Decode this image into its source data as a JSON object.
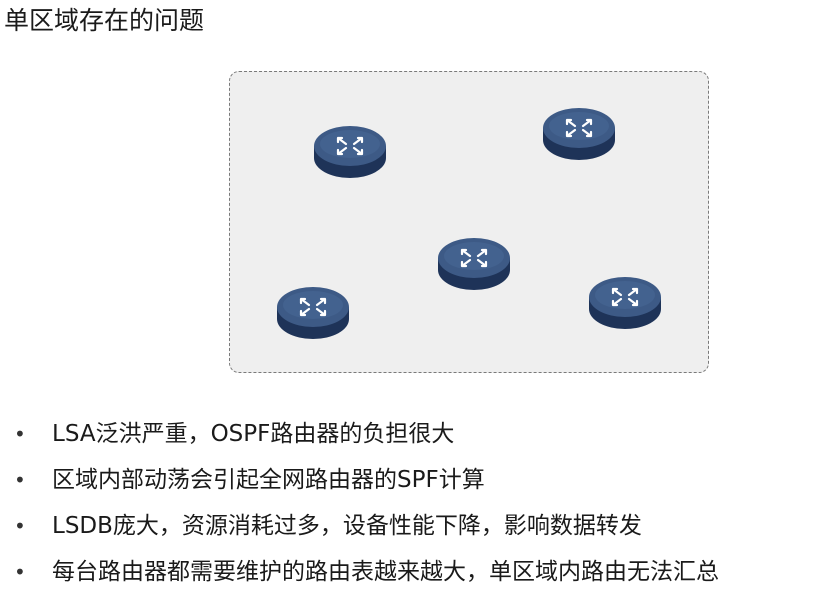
{
  "title": "单区域存在的问题",
  "diagram": {
    "routers": [
      {
        "icon": "router-icon"
      },
      {
        "icon": "router-icon"
      },
      {
        "icon": "router-icon"
      },
      {
        "icon": "router-icon"
      },
      {
        "icon": "router-icon"
      }
    ]
  },
  "bullets": [
    "LSA泛洪严重，OSPF路由器的负担很大",
    "区域内部动荡会引起全网路由器的SPF计算",
    "LSDB庞大，资源消耗过多，设备性能下降，影响数据转发",
    "每台路由器都需要维护的路由表越来越大，单区域内路由无法汇总"
  ],
  "bullet_symbol": "•",
  "colors": {
    "router_top": "#3d5a86",
    "router_side": "#1e3358",
    "box_fill": "#efefef",
    "box_border": "#7a7a7a"
  }
}
